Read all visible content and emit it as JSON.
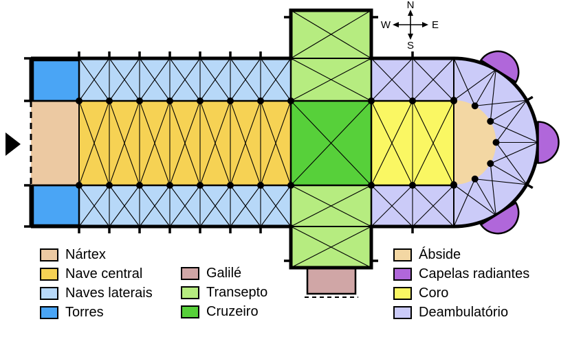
{
  "compass": {
    "n": "N",
    "s": "S",
    "e": "E",
    "w": "W"
  },
  "colors": {
    "nartex": "#ecc9a2",
    "nave_central": "#f6d254",
    "naves_laterais": "#b7d8f8",
    "torres": "#4aa5f5",
    "galile": "#d0a6a6",
    "transepto": "#b6ec80",
    "cruzeiro": "#57d03a",
    "abside": "#f3d7a3",
    "capelas_radiantes": "#b067da",
    "coro": "#faf763",
    "deambulatorio": "#cbcbf8",
    "wall": "#000000"
  },
  "legend": {
    "columns": [
      {
        "items": [
          {
            "label": "Nártex",
            "color": "#ecc9a2"
          },
          {
            "label": "Nave central",
            "color": "#f6d254"
          },
          {
            "label": "Naves laterais",
            "color": "#b7d8f8"
          },
          {
            "label": "Torres",
            "color": "#4aa5f5"
          }
        ]
      },
      {
        "items": [
          {
            "label": "Galilé",
            "color": "#d0a6a6"
          },
          {
            "label": "Transepto",
            "color": "#b6ec80"
          },
          {
            "label": "Cruzeiro",
            "color": "#57d03a"
          }
        ]
      },
      {
        "items": [
          {
            "label": "Ábside",
            "color": "#f3d7a3"
          },
          {
            "label": "Capelas radiantes",
            "color": "#b067da"
          },
          {
            "label": "Coro",
            "color": "#faf763"
          },
          {
            "label": "Deambulatório",
            "color": "#cbcbf8"
          }
        ]
      }
    ]
  }
}
